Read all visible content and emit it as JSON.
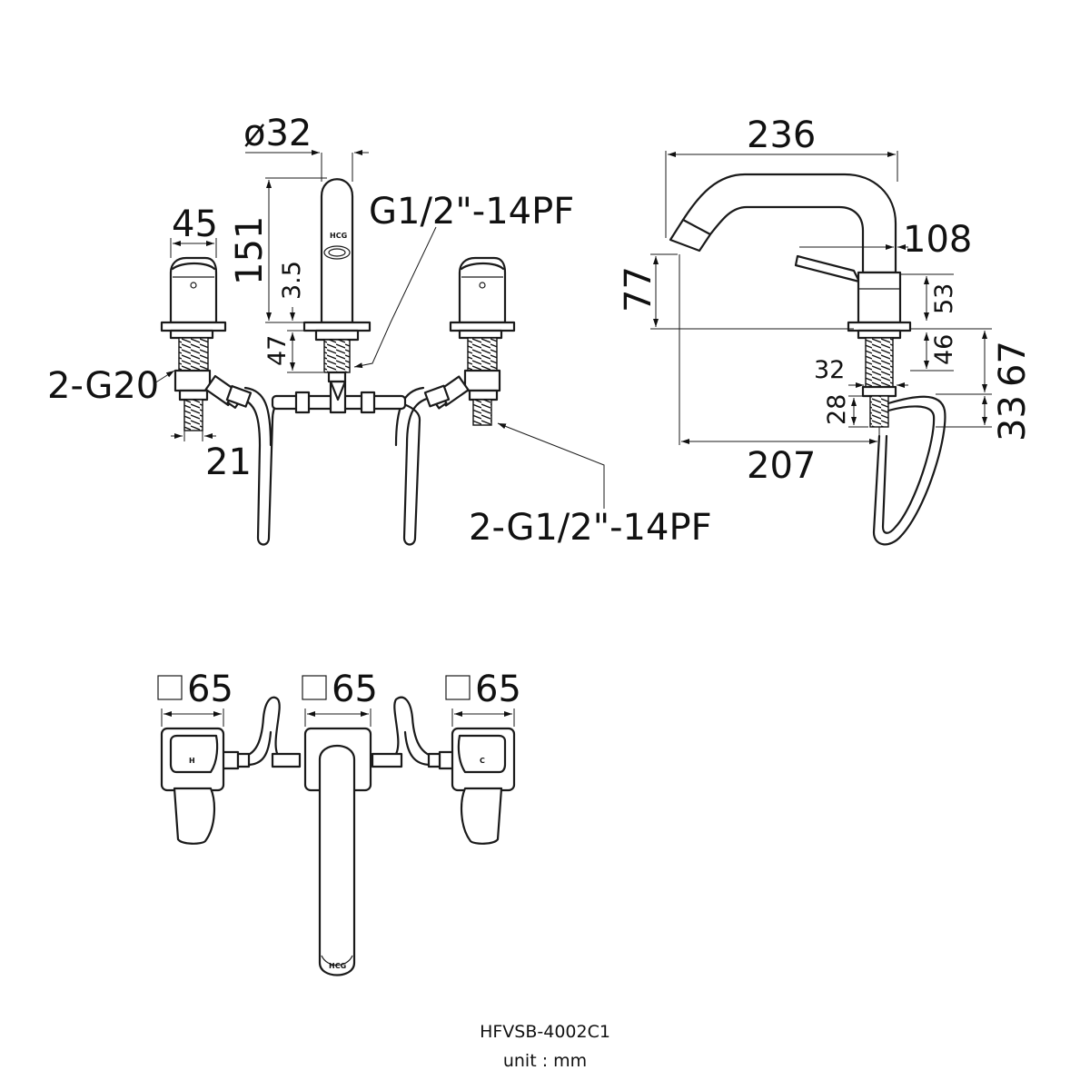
{
  "front_view": {
    "dims": {
      "spout_diameter": "ø32",
      "spout_height": "151",
      "aerator_offset": "3.5",
      "spout_shank": "47",
      "handle_width": "45",
      "nipple_width": "21"
    },
    "callouts": {
      "outlet_thread": "G1/2\"-14PF",
      "hose_thread": "2-G20",
      "inlet_thread": "2-G1/2\"-14PF"
    },
    "logo_text": "HCG"
  },
  "side_view": {
    "dims": {
      "reach_total": "236",
      "spout_top_height": "108",
      "outlet_height": "77",
      "body_height": "53",
      "shank_length": "46",
      "nut_width": "32",
      "nipple_length": "28",
      "inlet_length_upper": "67",
      "inlet_length_lower": "33",
      "outlet_reach": "207"
    }
  },
  "top_view": {
    "labels": {
      "left_plate": "65",
      "center_plate": "65",
      "right_plate": "65",
      "hot_mark": "H",
      "cold_mark": "C"
    },
    "logo_text": "HCG"
  },
  "footer": {
    "model": "HFVSB-4002C1",
    "unit": "unit : mm"
  }
}
